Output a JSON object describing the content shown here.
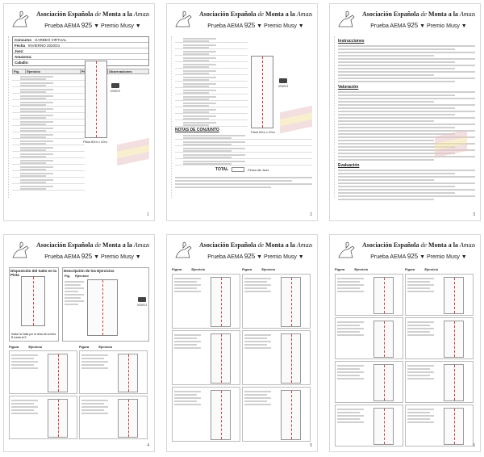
{
  "document": {
    "org_prefix": "Asociación Española",
    "org_de": "de",
    "org_montura": "Monta a la",
    "org_amazona": "Amazona",
    "prueba_label": "Prueba AEMA",
    "prueba_number": "925",
    "premio_label": "▼ Premio Musy ▼",
    "heart_icon": "heart-down-triangle"
  },
  "pages": [
    {
      "number": "1"
    },
    {
      "number": "2"
    },
    {
      "number": "3"
    },
    {
      "number": "4"
    },
    {
      "number": "5"
    },
    {
      "number": "6"
    }
  ],
  "page1": {
    "infobox": {
      "concurso_label": "Concurso",
      "concurso_value": "GARBEO VIRTUAL",
      "fecha_label": "Fecha",
      "fecha_value": "INVIERNO 2020/21",
      "juez_label": "Juez:",
      "amazona_label": "Amazona:",
      "caballo_label": "Caballo:"
    },
    "table_headers": [
      "Fig.",
      "Ejercicio",
      "Pts",
      "Coef",
      "Observaciones"
    ],
    "video_label": "VIDEO",
    "pista_caption": "Pista 60m x 20m"
  },
  "page2": {
    "video_label": "VIDEO",
    "pista_caption": "Pista 60m x 20m",
    "notas_title": "NOTAS DE CONJUNTO",
    "total_label": "TOTAL",
    "total_suffix": "Firma del Juez"
  },
  "page3": {
    "sections": [
      "Instrucciones",
      "Valoración",
      "Evaluación"
    ]
  },
  "page4": {
    "left_title": "Disposición del Salto en la Pista",
    "right_title": "Descripción de los Ejercicios",
    "fig_label": "Fig.",
    "ejercicio_label": "Ejercicio",
    "video_label": "VIDEO",
    "arena_note": "Saltar la Valla por la letra de la letra B hasta la E",
    "col_headers": [
      "Figura",
      "Ejercicio",
      "Figura",
      "Ejercicio"
    ]
  },
  "page5": {
    "col_headers": [
      "Figura",
      "Ejercicio",
      "Figura",
      "Ejercicio"
    ]
  },
  "page6": {
    "col_headers": [
      "Figura",
      "Ejercicio",
      "Figura",
      "Ejercicio"
    ]
  }
}
